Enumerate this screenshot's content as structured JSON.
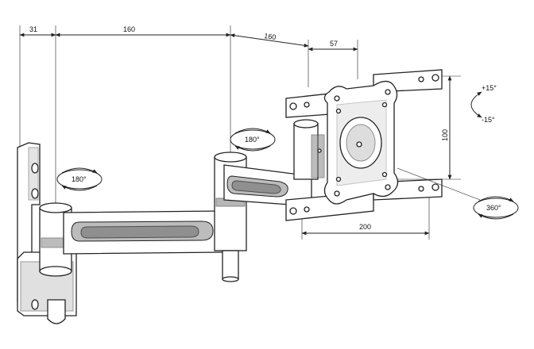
{
  "dimensions": {
    "wall_offset": "31",
    "arm1_length": "160",
    "arm2_length": "160",
    "head_depth": "57",
    "vesa_height": "100",
    "vesa_width": "200"
  },
  "rotations": {
    "wall_swivel": "180°",
    "elbow_swivel": "180°",
    "screen_rotation": "360°",
    "tilt_up": "+15°",
    "tilt_down": "-15°"
  }
}
